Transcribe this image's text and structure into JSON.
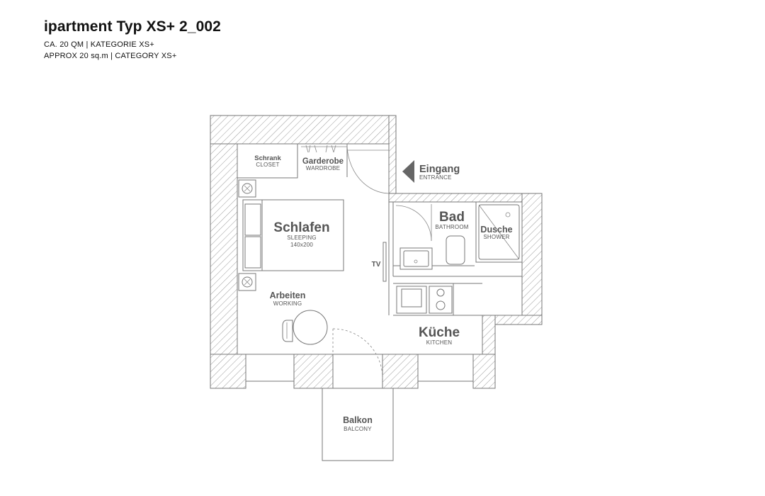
{
  "header": {
    "title": "ipartment Typ XS+ 2_002",
    "subtitle_de": "CA. 20 QM | KATEGORIE XS+",
    "subtitle_en": "APPROX 20 sq.m | CATEGORY XS+"
  },
  "rooms": {
    "schrank": {
      "label": "Schrank",
      "sub": "CLOSET"
    },
    "garderobe": {
      "label": "Garderobe",
      "sub": "WARDROBE"
    },
    "eingang": {
      "label": "Eingang",
      "sub": "ENTRANCE"
    },
    "bad": {
      "label": "Bad",
      "sub": "BATHROOM"
    },
    "dusche": {
      "label": "Dusche",
      "sub": "SHOWER"
    },
    "schlafen": {
      "label": "Schlafen",
      "sub": "SLEEPING",
      "size": "140x200"
    },
    "tv": {
      "label": "TV"
    },
    "arbeiten": {
      "label": "Arbeiten",
      "sub": "WORKING"
    },
    "kueche": {
      "label": "Küche",
      "sub": "KITCHEN"
    },
    "balkon": {
      "label": "Balkon",
      "sub": "BALCONY"
    }
  },
  "colors": {
    "wall_stroke": "#777777",
    "label": "#555555",
    "hatch": "#9a9a9a"
  },
  "icons": {
    "entrance": "entrance-arrow-icon",
    "nightstand": "nightstand-lamp-icon"
  }
}
